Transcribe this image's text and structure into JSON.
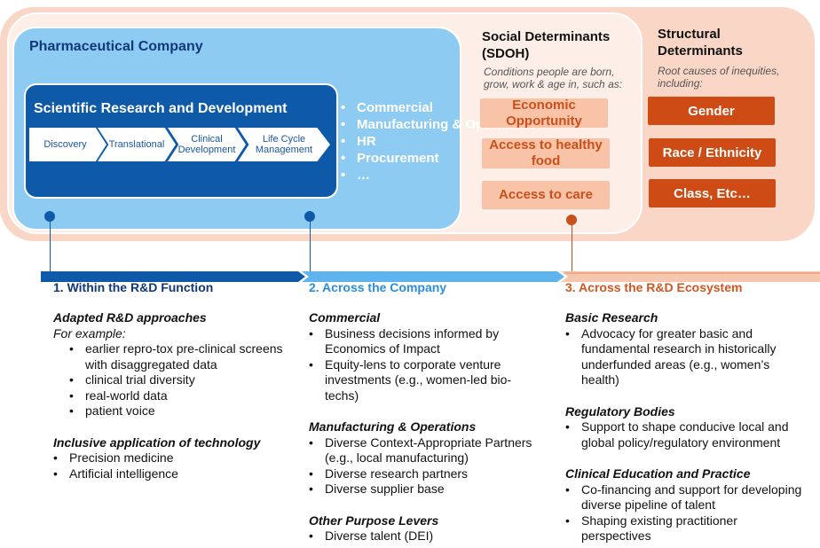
{
  "pharma": {
    "title": "Pharmaceutical Company",
    "rnd_title": "Scientific Research and Development",
    "stages": [
      "Discovery",
      "Translational",
      "Clinical Development",
      "Life Cycle Management"
    ],
    "functions": [
      "Commercial",
      "Manufacturing & Operations",
      "HR",
      "Procurement",
      "…"
    ]
  },
  "sdoh": {
    "title": "Social Determinants (SDOH)",
    "subtitle": "Conditions people are born, grow, work & age in, such as:",
    "items": [
      "Economic Opportunity",
      "Access to healthy food",
      "Access to care"
    ]
  },
  "structural": {
    "title": "Structural Determinants",
    "subtitle": "Root causes of inequities, including:",
    "items": [
      "Gender",
      "Race / Ethnicity",
      "Class, Etc…"
    ]
  },
  "colors": {
    "dark_blue": "#0f5aa8",
    "light_blue": "#8ecbf3",
    "orange": "#cf4b16",
    "peach": "#f8c3a7"
  },
  "columns": [
    {
      "heading": "1.   Within the R&D Function",
      "sections": [
        {
          "title": "Adapted R&D approaches",
          "sub": "For example:",
          "indent": true,
          "items": [
            "earlier repro-tox pre-clinical screens with disaggregated data",
            "clinical trial diversity",
            "real-world data",
            "patient voice"
          ]
        },
        {
          "title": "Inclusive application of technology",
          "sub": "",
          "indent": false,
          "items": [
            "Precision medicine",
            "Artificial intelligence"
          ]
        }
      ]
    },
    {
      "heading": "2. Across the Company",
      "sections": [
        {
          "title": "Commercial",
          "sub": "",
          "indent": false,
          "items": [
            "Business decisions informed by Economics of Impact",
            "Equity-lens to corporate venture investments (e.g., women-led bio-techs)"
          ]
        },
        {
          "title": "Manufacturing & Operations",
          "sub": "",
          "indent": false,
          "items": [
            "Diverse Context-Appropriate Partners (e.g., local manufacturing)",
            "Diverse research partners",
            "Diverse supplier base"
          ]
        },
        {
          "title": "Other Purpose Levers",
          "sub": "",
          "indent": false,
          "items": [
            "Diverse talent (DEI)"
          ]
        }
      ]
    },
    {
      "heading": "3. Across the R&D Ecosystem",
      "sections": [
        {
          "title": "Basic Research",
          "sub": "",
          "indent": false,
          "items": [
            "Advocacy for greater basic and fundamental research in historically underfunded areas (e.g., women’s health)"
          ]
        },
        {
          "title": "Regulatory Bodies",
          "sub": "",
          "indent": false,
          "items": [
            "Support to shape conducive local and global policy/regulatory environment"
          ]
        },
        {
          "title": "Clinical Education and Practice",
          "sub": "",
          "indent": false,
          "items": [
            "Co-financing and support for developing diverse pipeline of talent",
            "Shaping existing practitioner perspectives"
          ]
        }
      ]
    }
  ]
}
